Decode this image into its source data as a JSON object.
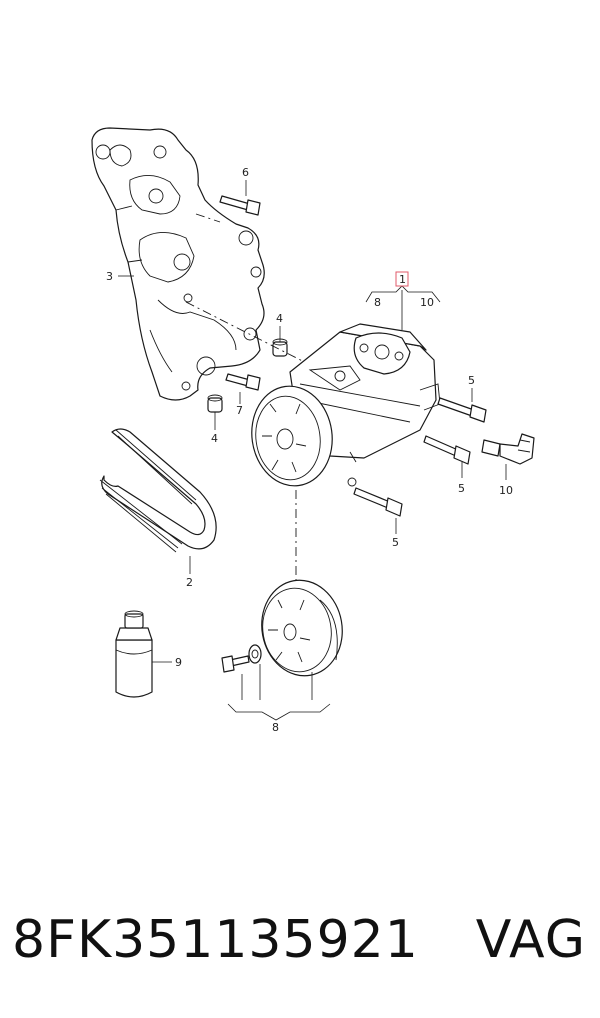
{
  "diagram": {
    "callouts": {
      "c1": "1",
      "c1_left": "8",
      "c1_right": "10",
      "c2": "2",
      "c3": "3",
      "c4a": "4",
      "c4b": "4",
      "c5a": "5",
      "c5b": "5",
      "c5c": "5",
      "c6": "6",
      "c7": "7",
      "c8": "8",
      "c9": "9",
      "c10": "10"
    },
    "highlight_color": "#e05a6a"
  },
  "caption": {
    "part_number": "8FK351135921",
    "brand": "VAG"
  }
}
